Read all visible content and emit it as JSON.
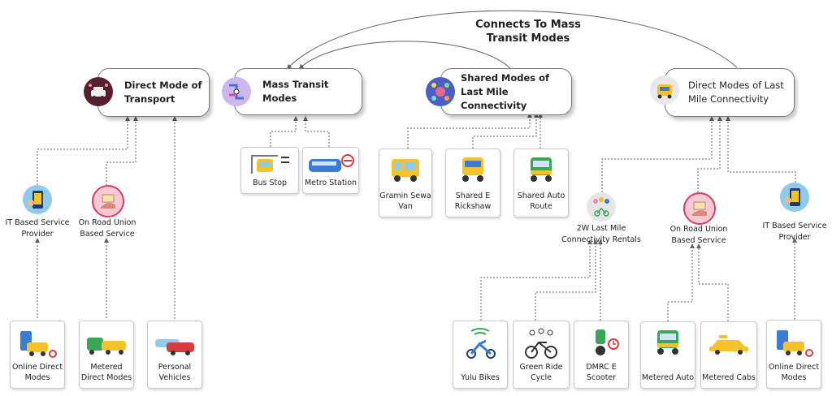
{
  "title": "Connects To Mass Transit Modes",
  "headers": {
    "direct_transport": "Direct Mode of Transport",
    "mass_transit": "Mass Transit Modes",
    "shared_last_mile": "Shared Modes of Last Mile Connectivity",
    "direct_last_mile": "Direct Modes of Last Mile Connectivity"
  },
  "intermediate": {
    "it_based_left": "IT Based Service Provider",
    "on_road_left": "On Road Union Based Service",
    "rentals_2w": "2W Last Mile Connectivity Rentals",
    "on_road_right": "On Road Union Based Service",
    "it_based_right": "IT Based Service Provider"
  },
  "cards": {
    "online_direct_left": "Online Direct Modes",
    "metered_direct": "Metered Direct Modes",
    "personal_vehicles": "Personal Vehicles",
    "bus_stop": "Bus Stop",
    "metro_station": "Metro Station",
    "gramin_sewa": "Gramin Sewa Van",
    "shared_e_rickshaw": "Shared E Rickshaw",
    "shared_auto": "Shared Auto Route",
    "yulu": "Yulu Bikes",
    "green_ride": "Green Ride Cycle",
    "dmrc_scooter": "DMRC E Scooter",
    "metered_auto": "Metered Auto",
    "metered_cabs": "Metered Cabs",
    "online_direct_right": "Online Direct Modes"
  },
  "icons": {
    "direct_transport": "car-traffic-icon",
    "mass_transit": "transit-map-icon",
    "shared_last_mile": "shared-network-icon",
    "direct_last_mile": "auto-rickshaw-icon",
    "it_based": "phone-taxi-app-icon",
    "on_road": "hand-cash-icon",
    "rentals": "bike-rental-icon"
  },
  "colors": {
    "line": "#5f5f5f",
    "border": "#7a7a7a",
    "yellow": "#f4c22b",
    "blue": "#3b7bd4",
    "green": "#3aa657",
    "red": "#d83b3b"
  }
}
